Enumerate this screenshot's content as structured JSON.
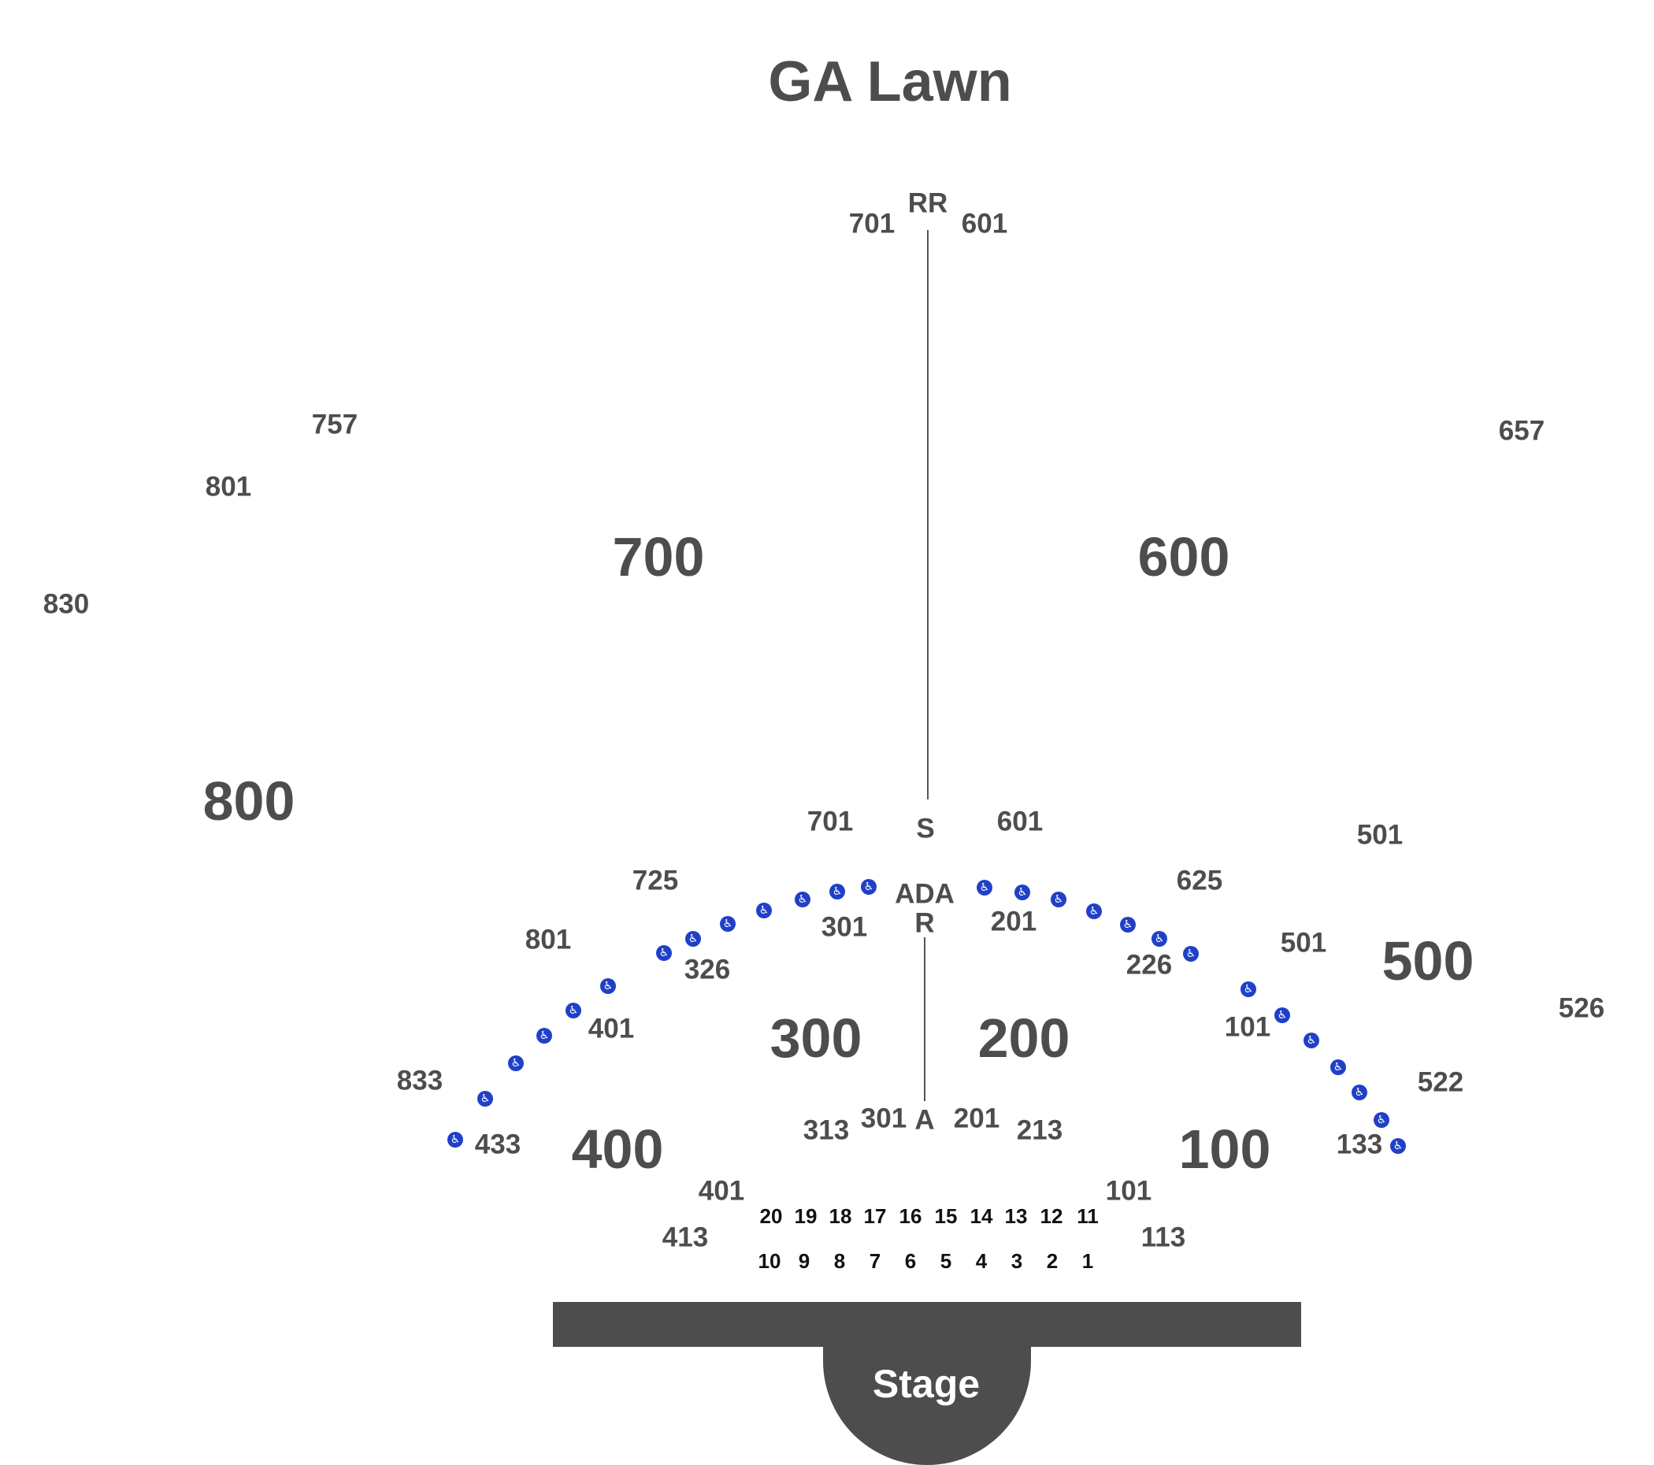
{
  "title": "GA Lawn",
  "colors": {
    "text": "#4d4d4d",
    "rows": "#111111",
    "ada": "#2140c8",
    "stage": "#4d4d4d",
    "divider": "#555555"
  },
  "icons": {
    "ada": "wheelchair-icon"
  },
  "lawn": {
    "aisle_top": "RR",
    "aisle_top_left": "701",
    "aisle_top_right": "601",
    "s_label": "S",
    "s_left": "701",
    "s_right": "601",
    "section_700": "700",
    "section_600": "600",
    "section_800": "800",
    "section_500": "500",
    "label_757": "757",
    "label_801_upper": "801",
    "label_830": "830",
    "label_657": "657",
    "label_501_upper": "501"
  },
  "ring": {
    "label_725": "725",
    "label_625": "625",
    "label_801": "801",
    "label_833": "833",
    "label_501": "501",
    "label_526": "526",
    "label_522": "522"
  },
  "reserved": {
    "ada_top": "ADA",
    "ada_bottom": "R",
    "a_label": "A",
    "section_400": "400",
    "section_300": "300",
    "section_200": "200",
    "section_100": "100",
    "label_301_top": "301",
    "label_201_top": "201",
    "label_326": "326",
    "label_226": "226",
    "label_401_mid": "401",
    "label_101_mid": "101",
    "label_433": "433",
    "label_133": "133",
    "label_313": "313",
    "label_301_bottom": "301",
    "label_201_bottom": "201",
    "label_213": "213",
    "label_401_low": "401",
    "label_101_low": "101",
    "label_413": "413",
    "label_113": "113"
  },
  "pit_rows": {
    "back": [
      "20",
      "19",
      "18",
      "17",
      "16",
      "15",
      "14",
      "13",
      "12",
      "11"
    ],
    "front": [
      "10",
      "9",
      "8",
      "7",
      "6",
      "5",
      "4",
      "3",
      "2",
      "1"
    ]
  },
  "stage": {
    "label": "Stage"
  }
}
